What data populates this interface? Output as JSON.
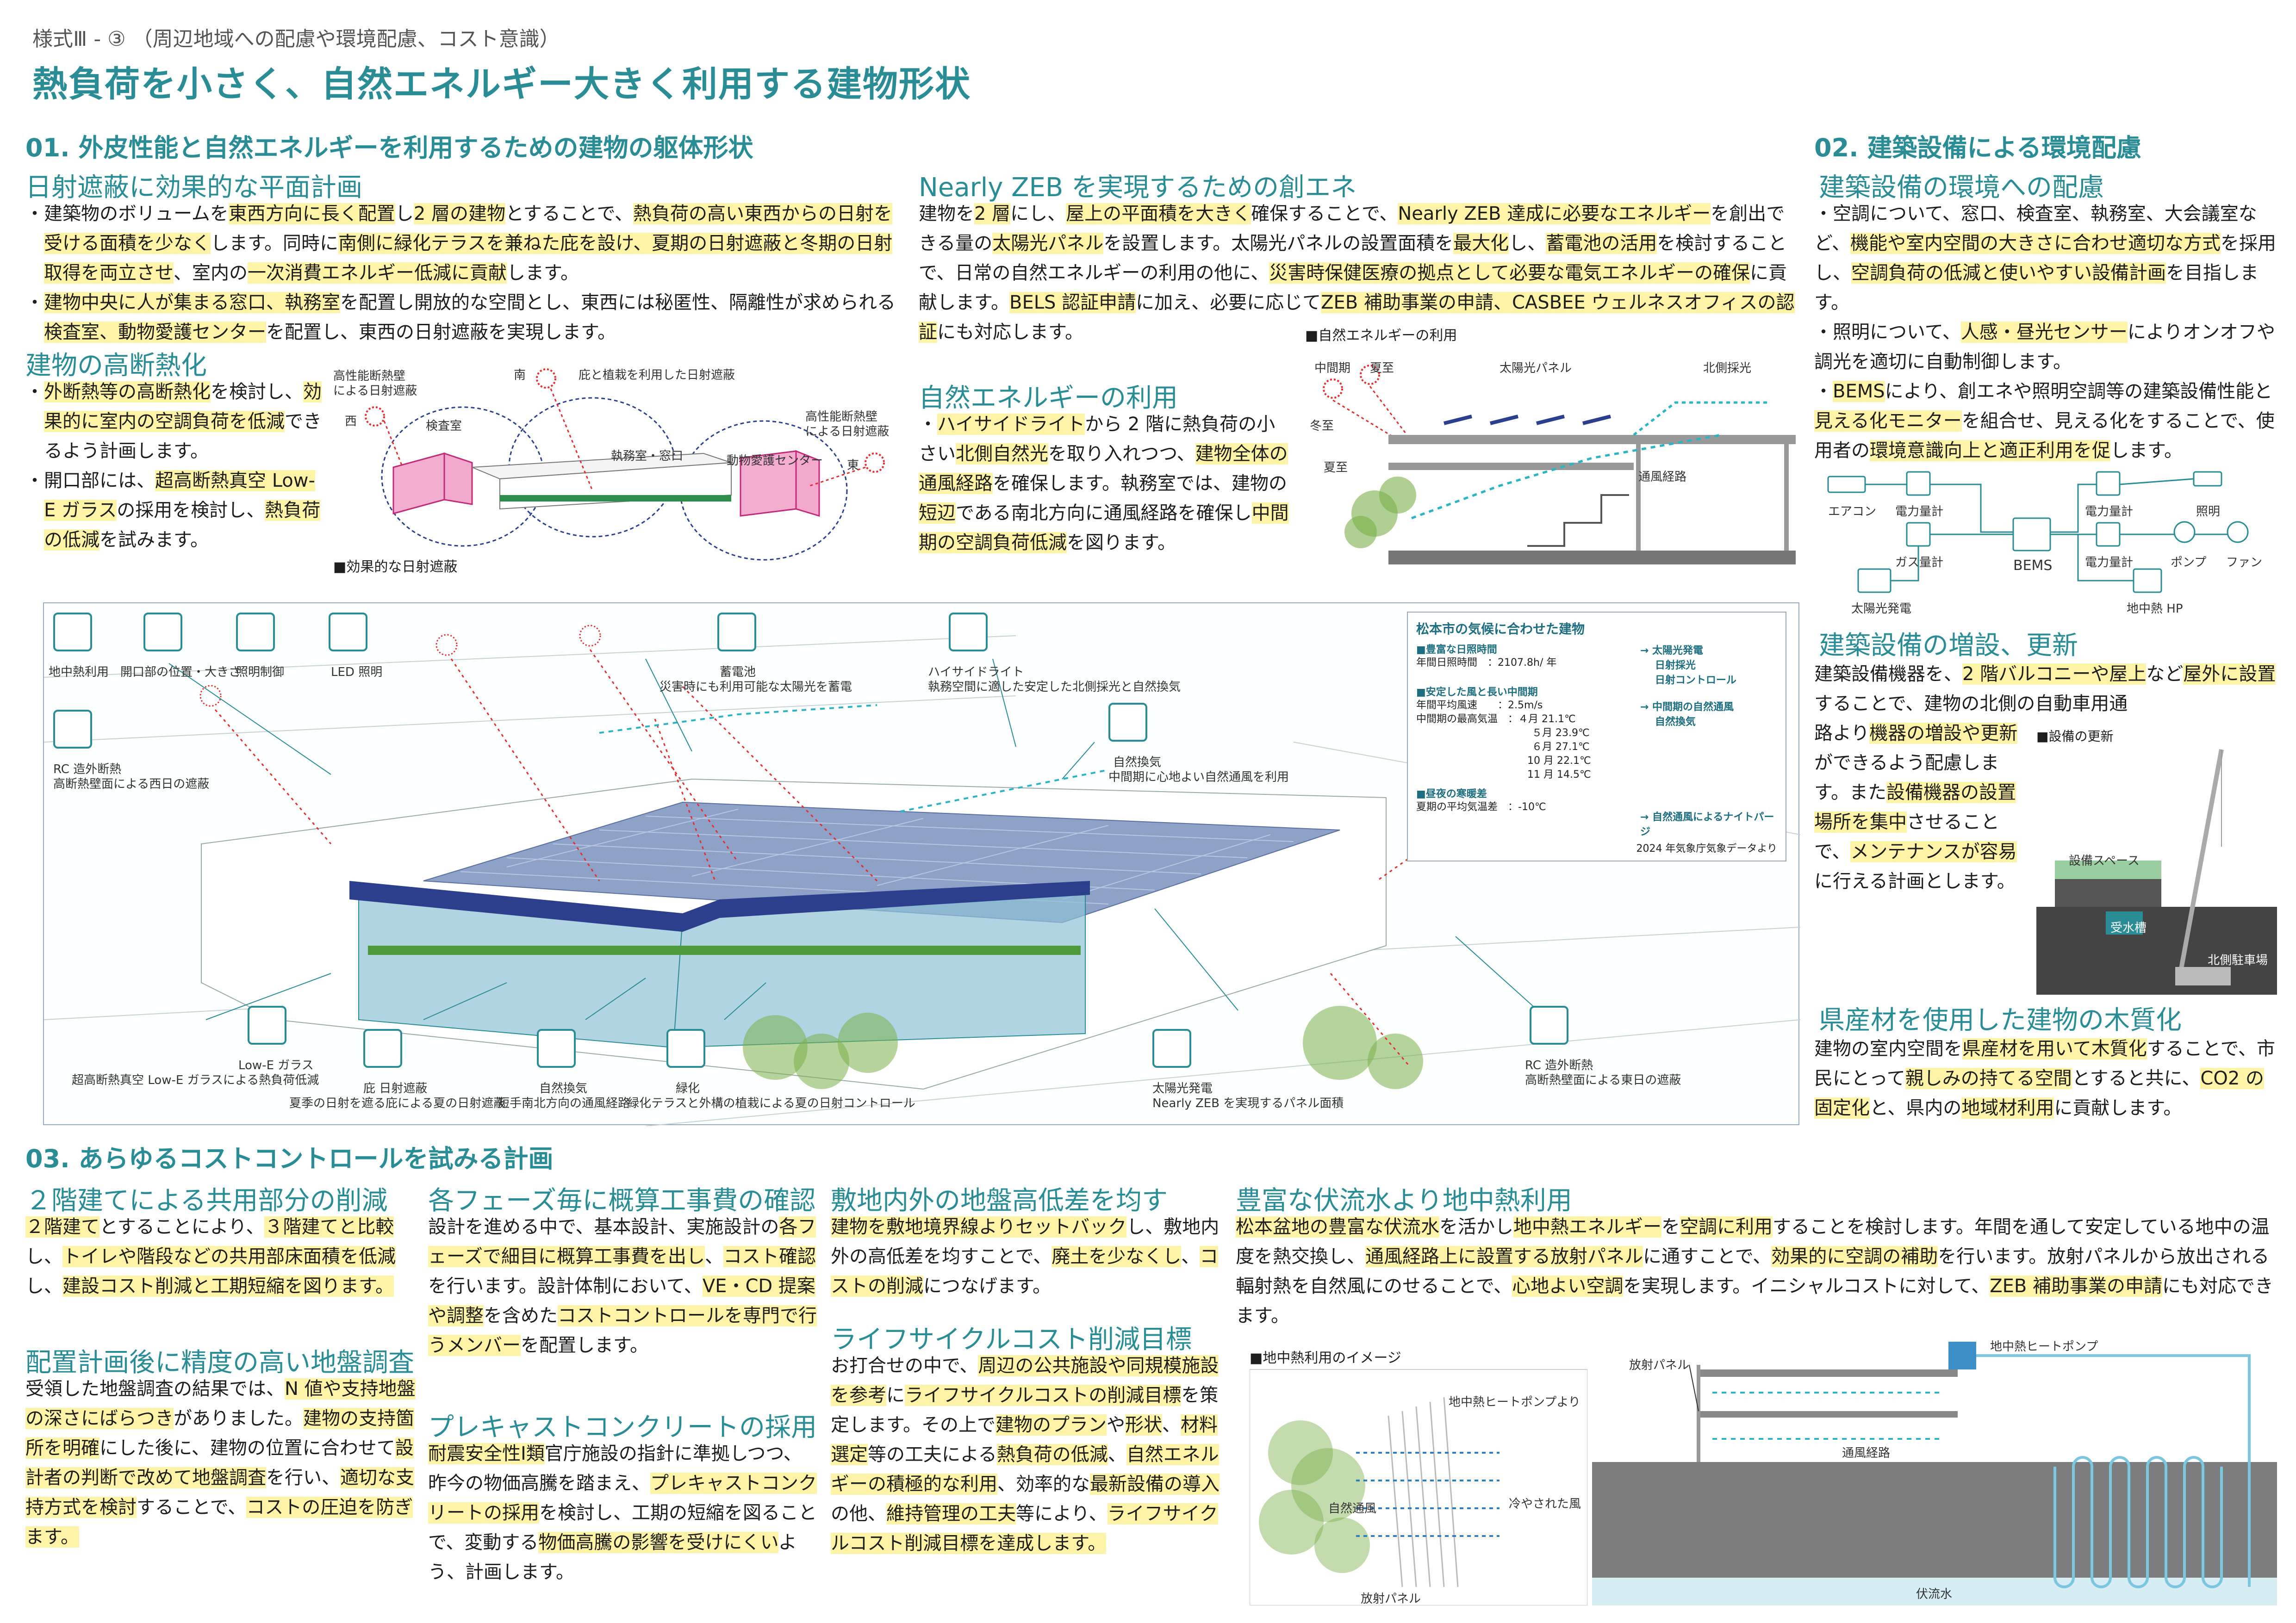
{
  "header": {
    "form_label": "様式Ⅲ - ③ （周辺地域への配慮や環境配慮、コスト意識）",
    "title": "熱負荷を小さく、自然エネルギー大きく利用する建物形状"
  },
  "s01": {
    "title": "01. 外皮性能と自然エネルギーを利用するための建物の躯体形状",
    "sun": {
      "heading": "日射遮蔽に効果的な平面計画",
      "b1_1": "・建築物のボリュームを",
      "b1_2": "東西方向に長く配置",
      "b1_3": "し",
      "b1_4": "2 層の建物",
      "b1_5": "とすることで、",
      "b1_6": "熱負荷の高い東西",
      "b1_7": "からの日射を受ける面積を少なく",
      "b1_8": "します。同時に",
      "b1_9": "南側に緑化テラスを兼ねた庇を設け、夏",
      "b1_10": "期の日射遮蔽と冬期の日射取得を両立させ",
      "b1_11": "、室内の",
      "b1_12": "一次消費エネルギー低減に貢献",
      "b1_13": "します。",
      "b2_1": "・",
      "b2_2": "建物中央に人が集まる窓口、執務室",
      "b2_3": "を配置し開放的な空間とし、東西には秘匿性、隔離性",
      "b2_4": "が求められる",
      "b2_5": "検査室、動物愛護センター",
      "b2_6": "を配置し、東西の日射遮蔽を実現します。"
    },
    "insul": {
      "heading": "建物の高断熱化",
      "b1_1": "・",
      "b1_2": "外断熱等の高断熱化",
      "b1_3": "を検討し、",
      "b1_4": "効果的に室内の空調負荷を低減",
      "b1_5": "できるよう計画します。",
      "b2_1": "・開口部には、",
      "b2_2": "超高断熱真空 Low-E ガラス",
      "b2_3": "の採用を検討し、",
      "b2_4": "熱負荷の低減",
      "b2_5": "を試みます。"
    },
    "diagram1": {
      "l1": "高性能断熱壁",
      "l2": "による日射遮蔽",
      "west": "西",
      "south": "南",
      "eaves": "庇と植栽を利用した日射遮蔽",
      "lab": "検査室",
      "office": "執務室・窓口",
      "animal": "動物愛護センター",
      "r1": "高性能断熱壁",
      "r2": "による日射遮蔽",
      "east": "東",
      "caption": "■効果的な日射遮蔽"
    },
    "zeb": {
      "heading": "Nearly ZEB を実現するための創エネ",
      "t1": "建物を",
      "t2": "2 層",
      "t3": "にし、",
      "t4": "屋上の平面積を大きく",
      "t5": "確保することで、",
      "t6": "Nearly ZEB 達成に必要なエネルギー",
      "t7": "を創出できる量の",
      "t8": "太陽光パネル",
      "t9": "を設置します。太陽光パネルの設置面積を",
      "t10": "最大化",
      "t11": "し、",
      "t12": "蓄電池の活用",
      "t13": "を検討することで、日常の自然エネルギーの利用の他に、",
      "t14": "災害時保健医療の拠点として必要な電気エネルギーの確保",
      "t15": "に貢献します。",
      "t16": "BELS 認証申請",
      "t17": "に加え、必要に応じて",
      "t18": "ZEB 補助事業の申請、CASBEE ウェルネスオフィスの認証",
      "t19": "にも対応します。"
    },
    "natural": {
      "heading": "自然エネルギーの利用",
      "t1": "・",
      "t2": "ハイサイドライト",
      "t3": "から 2 階に熱負荷の小さい",
      "t4": "北側自然光",
      "t5": "を取り入れつつ、",
      "t6": "建物全体の通風経路",
      "t7": "を確保します。執務室では、建物の",
      "t8": "短辺",
      "t9": "である南北方向に通風経路を確保し",
      "t10": "中間期の空調負荷低減",
      "t11": "を図ります。"
    },
    "diagram2": {
      "caption": "■自然エネルギーの利用",
      "mid": "中間期",
      "summer": "夏至",
      "winter": "冬至",
      "summer2": "夏至",
      "pv": "太陽光パネル",
      "north": "北側採光",
      "vent": "通風経路"
    }
  },
  "s02": {
    "title": "02. 建築設備による環境配慮",
    "env": {
      "heading": "建築設備の環境への配慮",
      "t1": "・空調について、窓口、検査室、執務室、大会議室など、",
      "t2": "機能や室内空間の大きさに合わせ適切な方式",
      "t3": "を採用し、",
      "t4": "空調負荷の低減と使いやすい設備計画",
      "t5": "を目指します。",
      "t6": "・照明について、",
      "t7": "人感・昼光センサー",
      "t8": "によりオンオフや調光を適切に自動制御します。",
      "t9": "・",
      "t10": "BEMS",
      "t11": "により、創エネや照明空調等の建築設備性能と",
      "t12": "見える化モニター",
      "t13": "を組合せ、見える化をすることで、使用者の",
      "t14": "環境意識向上と適正利用を促",
      "t15": "します。"
    },
    "bems": {
      "aircon": "エアコン",
      "meter1": "電力量計",
      "gas": "ガス量計",
      "bems": "BEMS",
      "meter2": "電力量計",
      "light": "照明",
      "meter3": "電力量計",
      "pump": "ポンプ",
      "fan": "ファン",
      "pv": "太陽光発電",
      "geo": "地中熱 HP"
    },
    "expand": {
      "heading": "建築設備の増設、更新",
      "t1": "建築設備機器を、",
      "t2": "2 階バルコニーや屋上",
      "t3": "など",
      "t4": "屋外に設置",
      "t5": "することで、建物の北側の自動車用通",
      "t6": "路より",
      "t7": "機器の増設や更新",
      "t8": "ができるよう配慮します。また",
      "t9": "設備機器の設置場所を集中",
      "t10": "させることで、",
      "t11": "メンテナンスが容易",
      "t12": "に行える計画とします。",
      "cap": "■設備の更新",
      "space": "設備スペース",
      "tank": "受水槽",
      "parking": "北側駐車場"
    },
    "wood": {
      "heading": "県産材を使用した建物の木質化",
      "t1": "建物の室内空間を",
      "t2": "県産材を用いて木質化",
      "t3": "することで、市民にとって",
      "t4": "親しみの持てる空間",
      "t5": "とすると共に、",
      "t6": "CO2 の固定化",
      "t7": "と、県内の",
      "t8": "地域材利用",
      "t9": "に貢献します。"
    }
  },
  "panel": {
    "icons": {
      "geo": "地中熱利用",
      "opening": "開口部の位置・大きさ",
      "lighting": "照明制御",
      "led": "LED 照明",
      "battery": "蓄電池",
      "battery_sub": "災害時にも利用可能な太陽光を蓄電",
      "highside": "ハイサイドライト",
      "highside_sub": "執務空間に適した安定した北側採光と自然換気",
      "rc_w": "RC 造外断熱",
      "rc_w_sub": "高断熱壁面による西日の遮蔽",
      "natvent": "自然換気",
      "natvent_sub": "中間期に心地よい自然通風を利用",
      "lowe": "Low-E ガラス",
      "lowe_sub": "超高断熱真空 Low-E ガラスによる熱負荷低減",
      "eaves": "庇 日射遮蔽",
      "eaves_sub": "夏季の日射を遮る庇による夏の日射遮蔽",
      "vent2": "自然換気",
      "vent2_sub": "短手南北方向の通風経路",
      "green": "緑化",
      "green_sub": "緑化テラスと外構の植栽による夏の日射コントロール",
      "pv": "太陽光発電",
      "pv_sub": "Nearly ZEB を実現するパネル面積",
      "rc_e": "RC 造外断熱",
      "rc_e_sub": "高断熱壁面による東日の遮蔽"
    },
    "climate": {
      "title": "松本市の気候に合わせた建物",
      "h1": "■豊富な日照時間",
      "r1a": "年間日照時間",
      "r1b": "：2107.8h/ 年",
      "h2": "■安定した風と長い中間期",
      "r2a": "年間平均風速",
      "r2b": "：2.5m/s",
      "r3a": "中間期の最高気温",
      "r3b": "：４月 21.1℃",
      "r4": "５月 23.9℃",
      "r5": "６月 27.1℃",
      "r6": "10 月 22.1℃",
      "r7": "11 月 14.5℃",
      "h3": "■昼夜の寒暖差",
      "r8a": "夏期の平均気温差",
      "r8b": "：-10℃",
      "source": "2024 年気象庁気象データより",
      "rr1a": "→ 太陽光発電",
      "rr1b": "日射採光",
      "rr1c": "日射コントロール",
      "rr2a": "→ 中間期の自然通風",
      "rr2b": "自然換気",
      "rr3": "→ 自然通風によるナイトパージ"
    }
  },
  "s03": {
    "title": "03. あらゆるコストコントロールを試みる計画",
    "two": {
      "heading": "２階建てによる共用部分の削減",
      "t1": "２階建て",
      "t2": "とすることにより、",
      "t3": "３階建てと比較",
      "t4": "し、",
      "t5": "トイレや階段などの共用部床面積を低減",
      "t6": "し、",
      "t7": "建設コスト削減と工期短縮を図ります。"
    },
    "ground": {
      "heading": "配置計画後に精度の高い地盤調査",
      "t1": "受領した地盤調査の結果では、",
      "t2": "N 値や支持地盤の深さにばらつき",
      "t3": "がありました。",
      "t4": "建物の支持箇所を明確",
      "t5": "にした後に、建物の位置に合わせて",
      "t6": "設計者の判断で改めて地盤調査",
      "t7": "を行い、",
      "t8": "適切な支持方式を検討",
      "t9": "することで、",
      "t10": "コストの圧迫を防ぎます。"
    },
    "phase": {
      "heading": "各フェーズ毎に概算工事費の確認",
      "t1": "設計を進める中で、基本設計、実施設計の",
      "t2": "各フェーズで細目に概算工事費を出し",
      "t3": "、",
      "t4": "コスト確認",
      "t5": "を行います。設計体制において、",
      "t6": "VE・CD 提案や調整",
      "t7": "を含めた",
      "t8": "コストコントロールを専門で行うメンバー",
      "t9": "を配置します。"
    },
    "precast": {
      "heading": "プレキャストコンクリートの採用",
      "t1": "耐震安全性Ⅰ類",
      "t2": "官庁施設の指針に準拠しつつ、昨今の物価高騰を踏まえ、",
      "t3": "プレキャストコンクリートの採用",
      "t4": "を検討し、工期の短縮を図ることで、変動する",
      "t5": "物価高騰の影響を受けにくい",
      "t6": "よう、計画します。"
    },
    "level": {
      "heading": "敷地内外の地盤高低差を均す",
      "t1": "建物を敷地境界線よりセットバック",
      "t2": "し、敷地内外の高低差を均すことで、",
      "t3": "廃土を少なくし",
      "t4": "、",
      "t5": "コストの削減",
      "t6": "につなげます。"
    },
    "lcc": {
      "heading": "ライフサイクルコスト削減目標",
      "t1": "お打合せの中で、",
      "t2": "周辺の公共施設や同規模施設を参考",
      "t3": "に",
      "t4": "ライフサイクルコストの削減目標",
      "t5": "を策定します。その上で",
      "t6": "建物のプラン",
      "t7": "や",
      "t8": "形状",
      "t9": "、",
      "t10": "材料選定",
      "t11": "等の工夫による",
      "t12": "熱負荷の低減",
      "t13": "、",
      "t14": "自然エネルギーの積極的な利用",
      "t15": "、効率的な",
      "t16": "最新設備の導入",
      "t17": "の他、",
      "t18": "維持管理の工夫",
      "t19": "等により、",
      "t20": "ライフサイクルコスト削減目標を達成します。"
    },
    "geo": {
      "heading": "豊富な伏流水より地中熱利用",
      "t1": "松本盆地の豊富な伏流水",
      "t2": "を活かし",
      "t3": "地中熱エネルギー",
      "t4": "を",
      "t5": "空調に利用",
      "t6": "することを検討します。年間を通して安定している地中の温度を熱交換し、",
      "t7": "通風経路上に設置する放射パネル",
      "t8": "に通すことで、",
      "t9": "効果的に空調の補助",
      "t10": "を行います。放射パネルから放出される輻射熱を自然風にのせることで、",
      "t11": "心地よい空調",
      "t12": "を実現します。イニシャルコストに対して、",
      "t13": "ZEB 補助事業の申請",
      "t14": "にも対応できます。",
      "cap": "■地中熱利用のイメージ",
      "from_pump": "地中熱ヒートポンプより",
      "natwind": "自然通風",
      "cold": "冷やされた風",
      "panel": "放射パネル",
      "panel2": "放射パネル",
      "heatpump": "地中熱ヒートポンプ",
      "route": "通風経路",
      "water": "伏流水"
    }
  },
  "colors": {
    "accent": "#2a8d96",
    "highlight": "#fff3a8",
    "magenta": "#d0307a",
    "navy": "#2b3f8c",
    "solar": "#8ea2c8"
  }
}
